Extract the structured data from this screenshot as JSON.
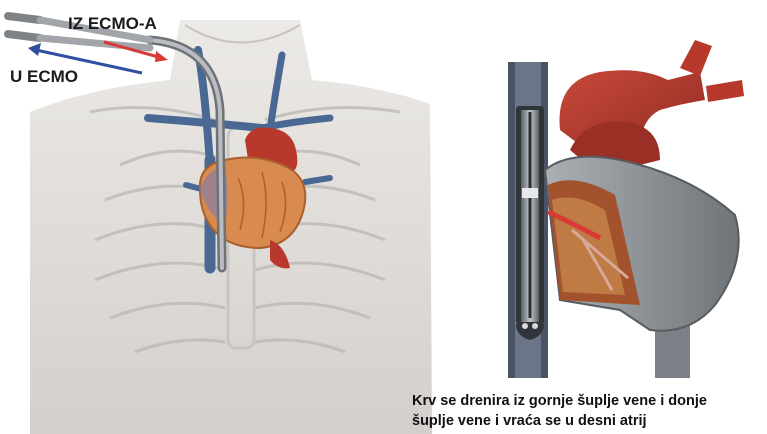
{
  "labels": {
    "outflow": "IZ ECMO-A",
    "inflow": "U ECMO"
  },
  "caption": {
    "line1": "Krv se drenira iz gornje šuplje vene i donje",
    "line2": "šuplje vene i vraća se u desni atrij"
  },
  "colors": {
    "arrow_out": "#d83a36",
    "arrow_in": "#2f4fa0",
    "vein": "#4a6894",
    "heart_red": "#b8392b",
    "heart_muscle": "#d98a4e",
    "cannula": "#8e9296"
  }
}
